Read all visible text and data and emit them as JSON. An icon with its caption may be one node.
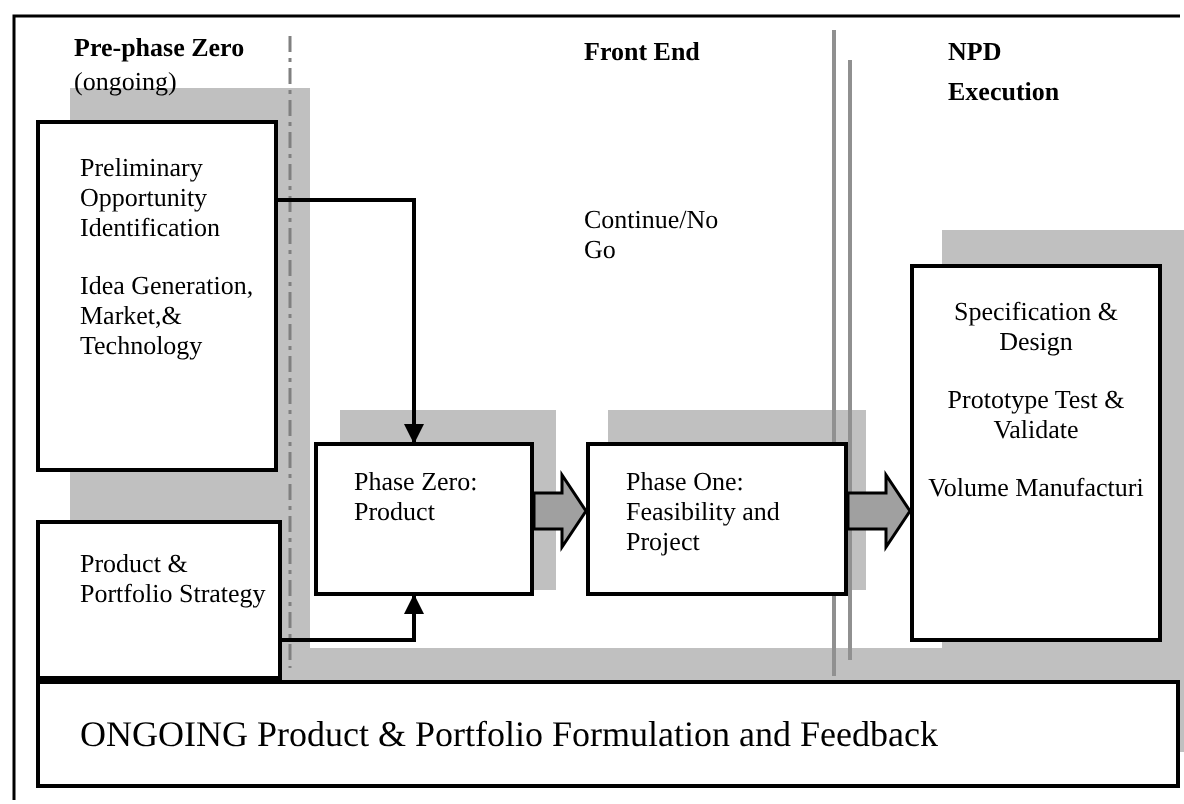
{
  "diagram": {
    "nodes": [
      {
        "text": [
          "Preliminary Opportunity Identification",
          "Idea Generation, Market,& Technology"
        ]
      },
      {
        "text": [
          "Product & Portfolio Strategy"
        ]
      },
      {
        "text": [
          "Phase Zero: Product"
        ]
      },
      {
        "text": [
          "Phase One: Feasibility and Project"
        ]
      },
      {
        "text": [
          "Specification & Design",
          "Prototype Test & Validate",
          "Volume Manufacturi"
        ]
      },
      {
        "text": [
          "ONGOING Product & Portfolio Formulation and Feedback"
        ]
      }
    ],
    "edges": [
      {
        "from": 0,
        "to": 2,
        "arrow": "to"
      },
      {
        "from": 1,
        "to": 2,
        "arrow": "to"
      },
      {
        "from": 2,
        "to": 3,
        "arrow": "to",
        "style": "thick"
      },
      {
        "from": 3,
        "to": 4,
        "arrow": "to",
        "style": "thick"
      }
    ],
    "labels": [
      "Pre-phase Zero",
      "(ongoing)",
      "Front End",
      "NPD Execution",
      "Continue/No Go"
    ]
  }
}
